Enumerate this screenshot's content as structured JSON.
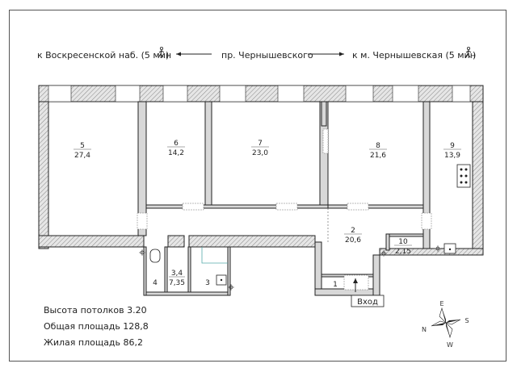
{
  "header": {
    "left_label": "к Воскресенской наб. (5 мин",
    "center_label": "пр. Чернышевского",
    "right_label": "к м. Чернышевская (5 мин",
    "walk_icon": "walking-person-icon"
  },
  "rooms": [
    {
      "num": "5",
      "area": "27,4"
    },
    {
      "num": "6",
      "area": "14,2"
    },
    {
      "num": "7",
      "area": "23,0"
    },
    {
      "num": "8",
      "area": "21,6"
    },
    {
      "num": "9",
      "area": "13,9"
    },
    {
      "num": "2",
      "area": "20,6"
    },
    {
      "num": "10",
      "area": "2,15"
    },
    {
      "num": "3,4",
      "area": "7,35"
    },
    {
      "num": "4",
      "area": ""
    },
    {
      "num": "3",
      "area": ""
    },
    {
      "num": "1",
      "area": ""
    }
  ],
  "entrance_label": "Вход",
  "info": {
    "ceiling": "Высота потолков 3.20",
    "total": "Общая площадь 128,8",
    "living": "Жилая площадь 86,2"
  },
  "compass": {
    "n": "N",
    "s": "S",
    "e": "E",
    "w": "W"
  }
}
